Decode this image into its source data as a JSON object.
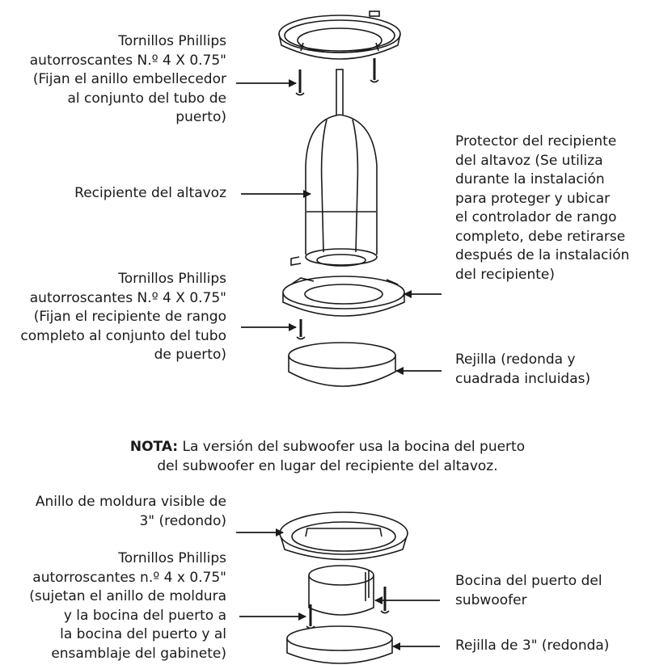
{
  "labels": {
    "screws_top": "Tornillos Phillips\nautorroscantes N.º 4 X 0.75\"\n(Fijan el anillo embellecedor\nal conjunto del tubo de\npuerto)",
    "speaker_enclosure": "Recipiente del altavoz",
    "enclosure_protector": "Protector del recipiente\ndel altavoz (Se utiliza\ndurante la instalación\npara proteger y ubicar\nel controlador de rango\ncompleto, debe retirarse\ndespués de la instalación\ndel recipiente)",
    "screws_middle": "Tornillos Phillips\nautorroscantes N.º 4 X 0.75\"\n(Fijan el recipiente de rango\ncompleto al conjunto del tubo\nde puerto)",
    "grille": "Rejilla (redonda y\ncuadrada incluidas)",
    "note_bold": "NOTA:",
    "note_text": " La versión del subwoofer usa la bocina del puerto\ndel subwoofer en lugar del recipiente del altavoz.",
    "trim_ring": "Anillo de moldura visible de\n3\" (redondo)",
    "screws_bottom": "Tornillos Phillips\nautorroscantes n.º 4 x 0.75\"\n(sujetan el anillo de moldura\ny la bocina del puerto a\nla bocina del puerto y al\nensamblaje del gabinete)",
    "subwoofer_port": "Bocina del puerto del\nsubwoofer",
    "grille_3in": "Rejilla de 3\" (redonda)"
  }
}
